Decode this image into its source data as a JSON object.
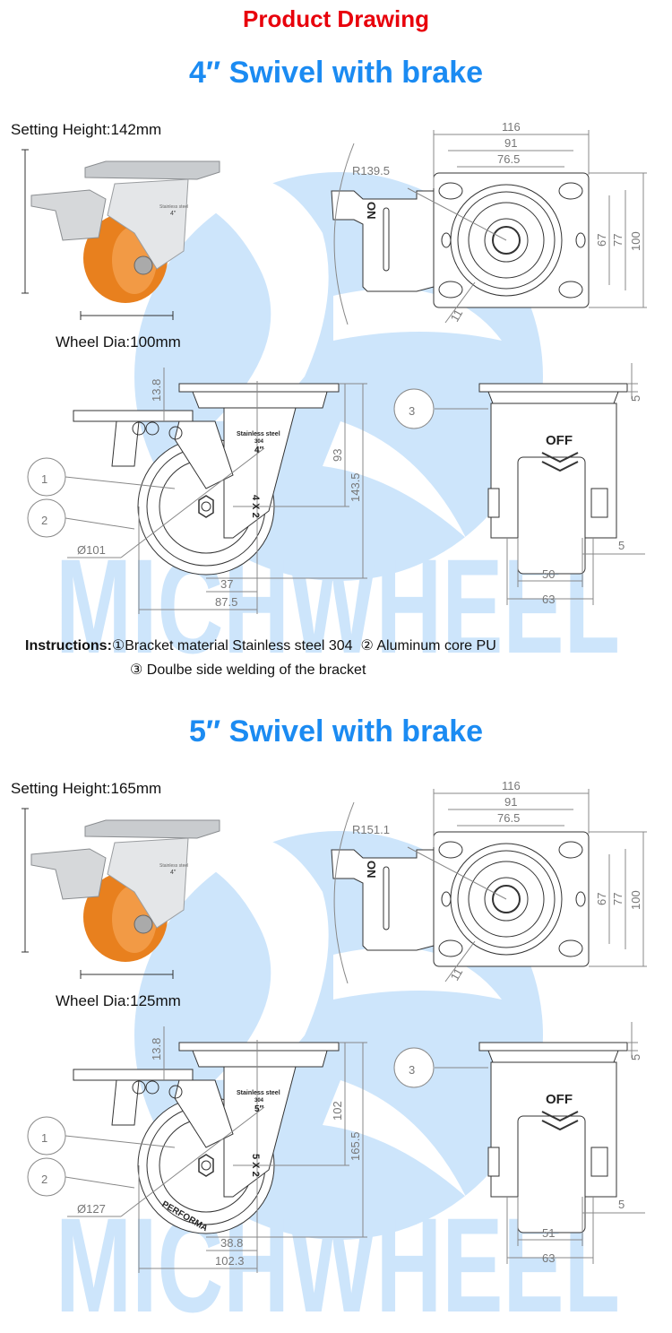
{
  "header": {
    "title": "Product Drawing"
  },
  "colors": {
    "title_red": "#e8000b",
    "title_blue": "#1b8bf2",
    "watermark": "#cde5fb",
    "wheel_orange": "#e8801e"
  },
  "sections": [
    {
      "title": "4″ Swivel with brake",
      "setting_height": "Setting Height:142mm",
      "wheel_dia": "Wheel Dia:100mm",
      "watermark": "MICHWHEEL",
      "top_view": {
        "radius": "R139.5",
        "w_outer": "116",
        "w_mid": "91",
        "w_inner": "76.5",
        "h_inner": "67",
        "h_mid": "77",
        "h_outer": "100",
        "slot": "11",
        "brake_label": "ON"
      },
      "side_view": {
        "plate_thk": "13.8",
        "axle_height": "93",
        "total_height": "143.5",
        "diameter": "Ø101",
        "offset": "37",
        "swivel_radius": "87.5",
        "bracket_mark": "Stainless steel",
        "bracket_grade": "304",
        "bracket_size": "4″",
        "wheel_mark": "4 X 2",
        "tire_mark": ""
      },
      "front_view": {
        "top_plate": "5",
        "side_gap": "5",
        "wheel_width": "50",
        "bracket_width": "63",
        "brake_label": "OFF"
      },
      "callouts": [
        "1",
        "2",
        "3"
      ]
    },
    {
      "title": "5″ Swivel with brake",
      "setting_height": "Setting Height:165mm",
      "wheel_dia": "Wheel Dia:125mm",
      "watermark": "MICHWHEEL",
      "top_view": {
        "radius": "R151.1",
        "w_outer": "116",
        "w_mid": "91",
        "w_inner": "76.5",
        "h_inner": "67",
        "h_mid": "77",
        "h_outer": "100",
        "slot": "11",
        "brake_label": "ON"
      },
      "side_view": {
        "plate_thk": "13.8",
        "axle_height": "102",
        "total_height": "165.5",
        "diameter": "Ø127",
        "offset": "38.8",
        "swivel_radius": "102.3",
        "bracket_mark": "Stainless steel",
        "bracket_grade": "304",
        "bracket_size": "5″",
        "wheel_mark": "5 X 2",
        "tire_mark": "PERFORMA"
      },
      "front_view": {
        "top_plate": "5",
        "side_gap": "5",
        "wheel_width": "51",
        "bracket_width": "63",
        "brake_label": "OFF"
      },
      "callouts": [
        "1",
        "2",
        "3"
      ]
    }
  ],
  "instructions": {
    "label": "Instructions:",
    "item1": "①Bracket material Stainless steel 304",
    "item2": "② Aluminum core PU",
    "item3": "③ Doulbe side welding of the bracket"
  }
}
